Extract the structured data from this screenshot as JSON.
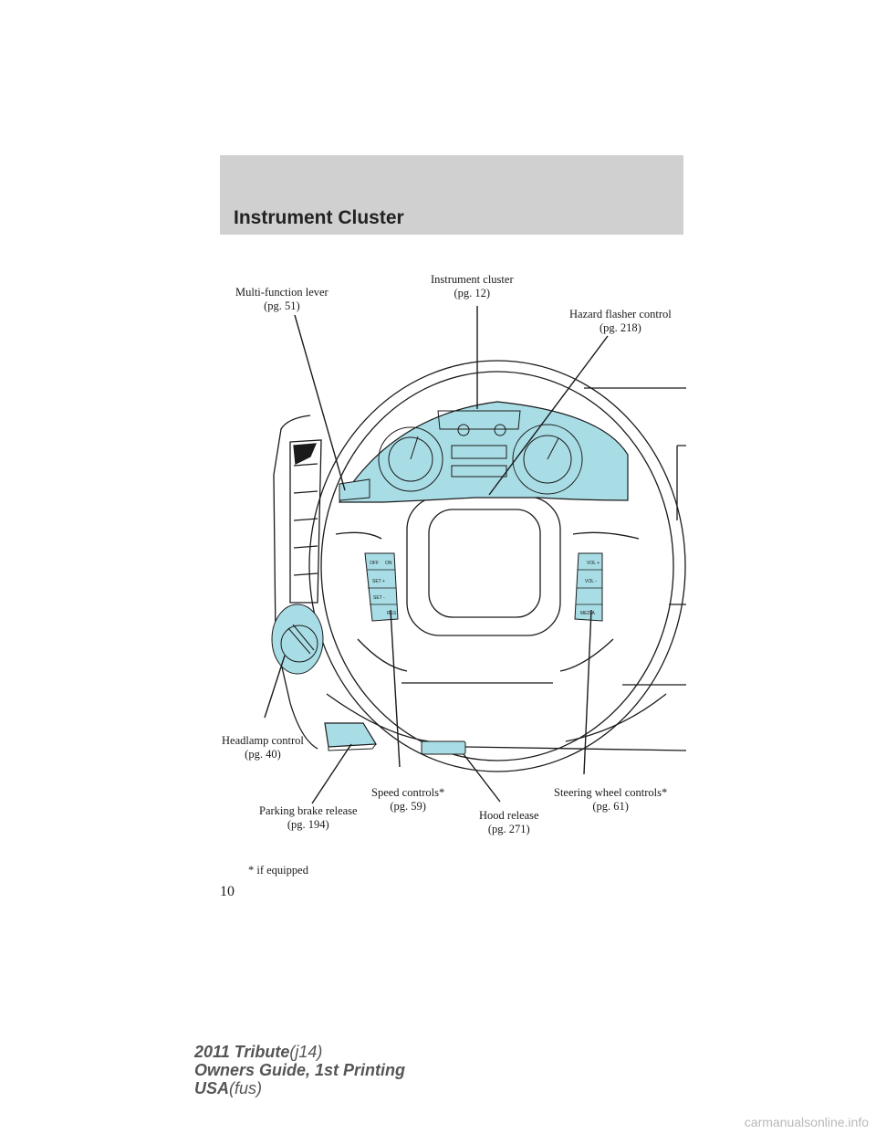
{
  "header": {
    "title": "Instrument Cluster"
  },
  "callouts": {
    "multi_function": {
      "label": "Multi-function lever",
      "page": "(pg. 51)"
    },
    "instrument_cluster": {
      "label": "Instrument cluster",
      "page": "(pg. 12)"
    },
    "hazard": {
      "label": "Hazard flasher control",
      "page": "(pg. 218)"
    },
    "headlamp": {
      "label": "Headlamp control",
      "page": "(pg. 40)"
    },
    "parking_brake": {
      "label": "Parking brake release",
      "page": "(pg. 194)"
    },
    "speed_controls": {
      "label": "Speed controls*",
      "page": "(pg. 59)"
    },
    "hood": {
      "label": "Hood release",
      "page": "(pg. 271)"
    },
    "steering_controls": {
      "label": "Steering wheel controls*",
      "page": "(pg. 61)"
    }
  },
  "controls": {
    "speed": [
      "OFF",
      "ON",
      "SET +",
      "SET -",
      "RES"
    ],
    "audio": [
      "VOL +",
      "VOL -",
      "MEDIA"
    ]
  },
  "colors": {
    "highlight": "#a9dde6",
    "header_bg": "#cfd0cf"
  },
  "footnote": "* if equipped",
  "page_number": "10",
  "footer": {
    "line1_bold": "2011 Tribute",
    "line1_light": "(j14)",
    "line2": "Owners Guide, 1st Printing",
    "line3_bold": "USA",
    "line3_light": "(fus)"
  },
  "watermark": "carmanualsonline.info"
}
